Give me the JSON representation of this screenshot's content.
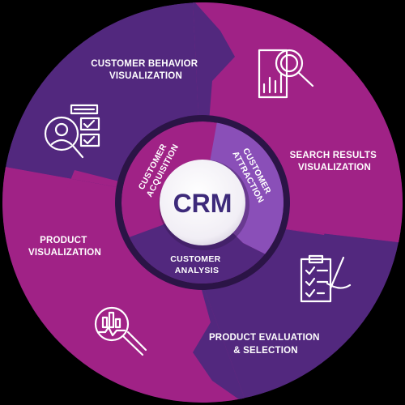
{
  "center": {
    "label": "CRM"
  },
  "inner_ring": {
    "segments": [
      {
        "lines": [
          "CUSTOMER",
          "ACQUISITION"
        ]
      },
      {
        "lines": [
          "CUSTOMER",
          "ATTRACTION"
        ]
      },
      {
        "lines": [
          "CUSTOMER",
          "ANALYSIS"
        ]
      }
    ]
  },
  "outer_ring": {
    "segments": [
      {
        "lines": [
          "CUSTOMER BEHAVIOR",
          "VISUALIZATION"
        ],
        "icon": "analyst-magnifier-icon"
      },
      {
        "lines": [
          "SEARCH RESULTS",
          "VISUALIZATION"
        ],
        "icon": "search-report-icon"
      },
      {
        "lines": [
          "PRODUCT EVALUATION",
          "& SELECTION"
        ],
        "icon": "checklist-pen-icon"
      },
      {
        "lines": [
          "PRODUCT",
          "VISUALIZATION"
        ],
        "icon": "product-magnifier-icon"
      }
    ]
  },
  "colors": {
    "purple": "#52287e",
    "magenta": "#a02286",
    "inner_light": "#8a4fb8",
    "center_text": "#3d2a7a"
  }
}
